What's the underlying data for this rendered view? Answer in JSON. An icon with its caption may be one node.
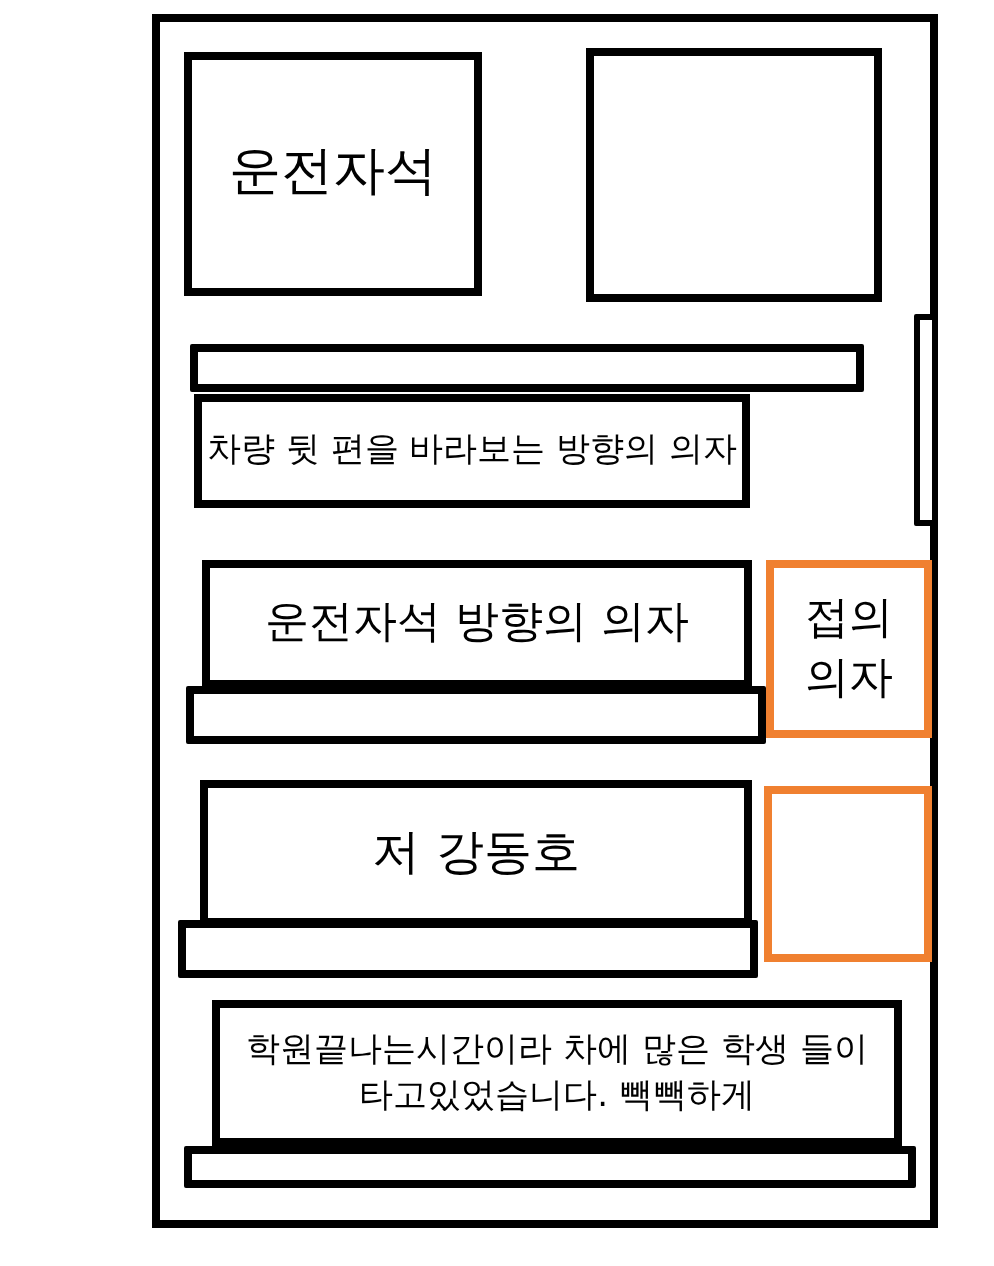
{
  "diagram": {
    "nodes": [
      {
        "text": [],
        "shape": "box"
      },
      {
        "text": [
          "운전자석"
        ],
        "in": 0
      },
      {
        "text": [],
        "shape": "box",
        "in": 0
      },
      {
        "text": [],
        "shape": "bar",
        "in": 0
      },
      {
        "text": [
          "차량 뒷 편을 바라보는 방향의 의자"
        ],
        "in": 0
      },
      {
        "text": [],
        "shape": "bar",
        "in": 0
      },
      {
        "text": [
          "운전자석 방향의 의자"
        ],
        "in": 0
      },
      {
        "text": [
          "접의 의자"
        ],
        "in": 0
      },
      {
        "text": [],
        "shape": "bar",
        "in": 0
      },
      {
        "text": [
          "저 강동호"
        ],
        "in": 0
      },
      {
        "text": [],
        "shape": "box",
        "in": 0
      },
      {
        "text": [],
        "shape": "bar",
        "in": 0
      },
      {
        "text": [
          "학원끝나는시간이라 차에 많은 학생 들이 타고있었습니다. 빽빽하게"
        ],
        "in": 0
      },
      {
        "text": [],
        "shape": "bar",
        "in": 0
      }
    ],
    "edges": []
  }
}
